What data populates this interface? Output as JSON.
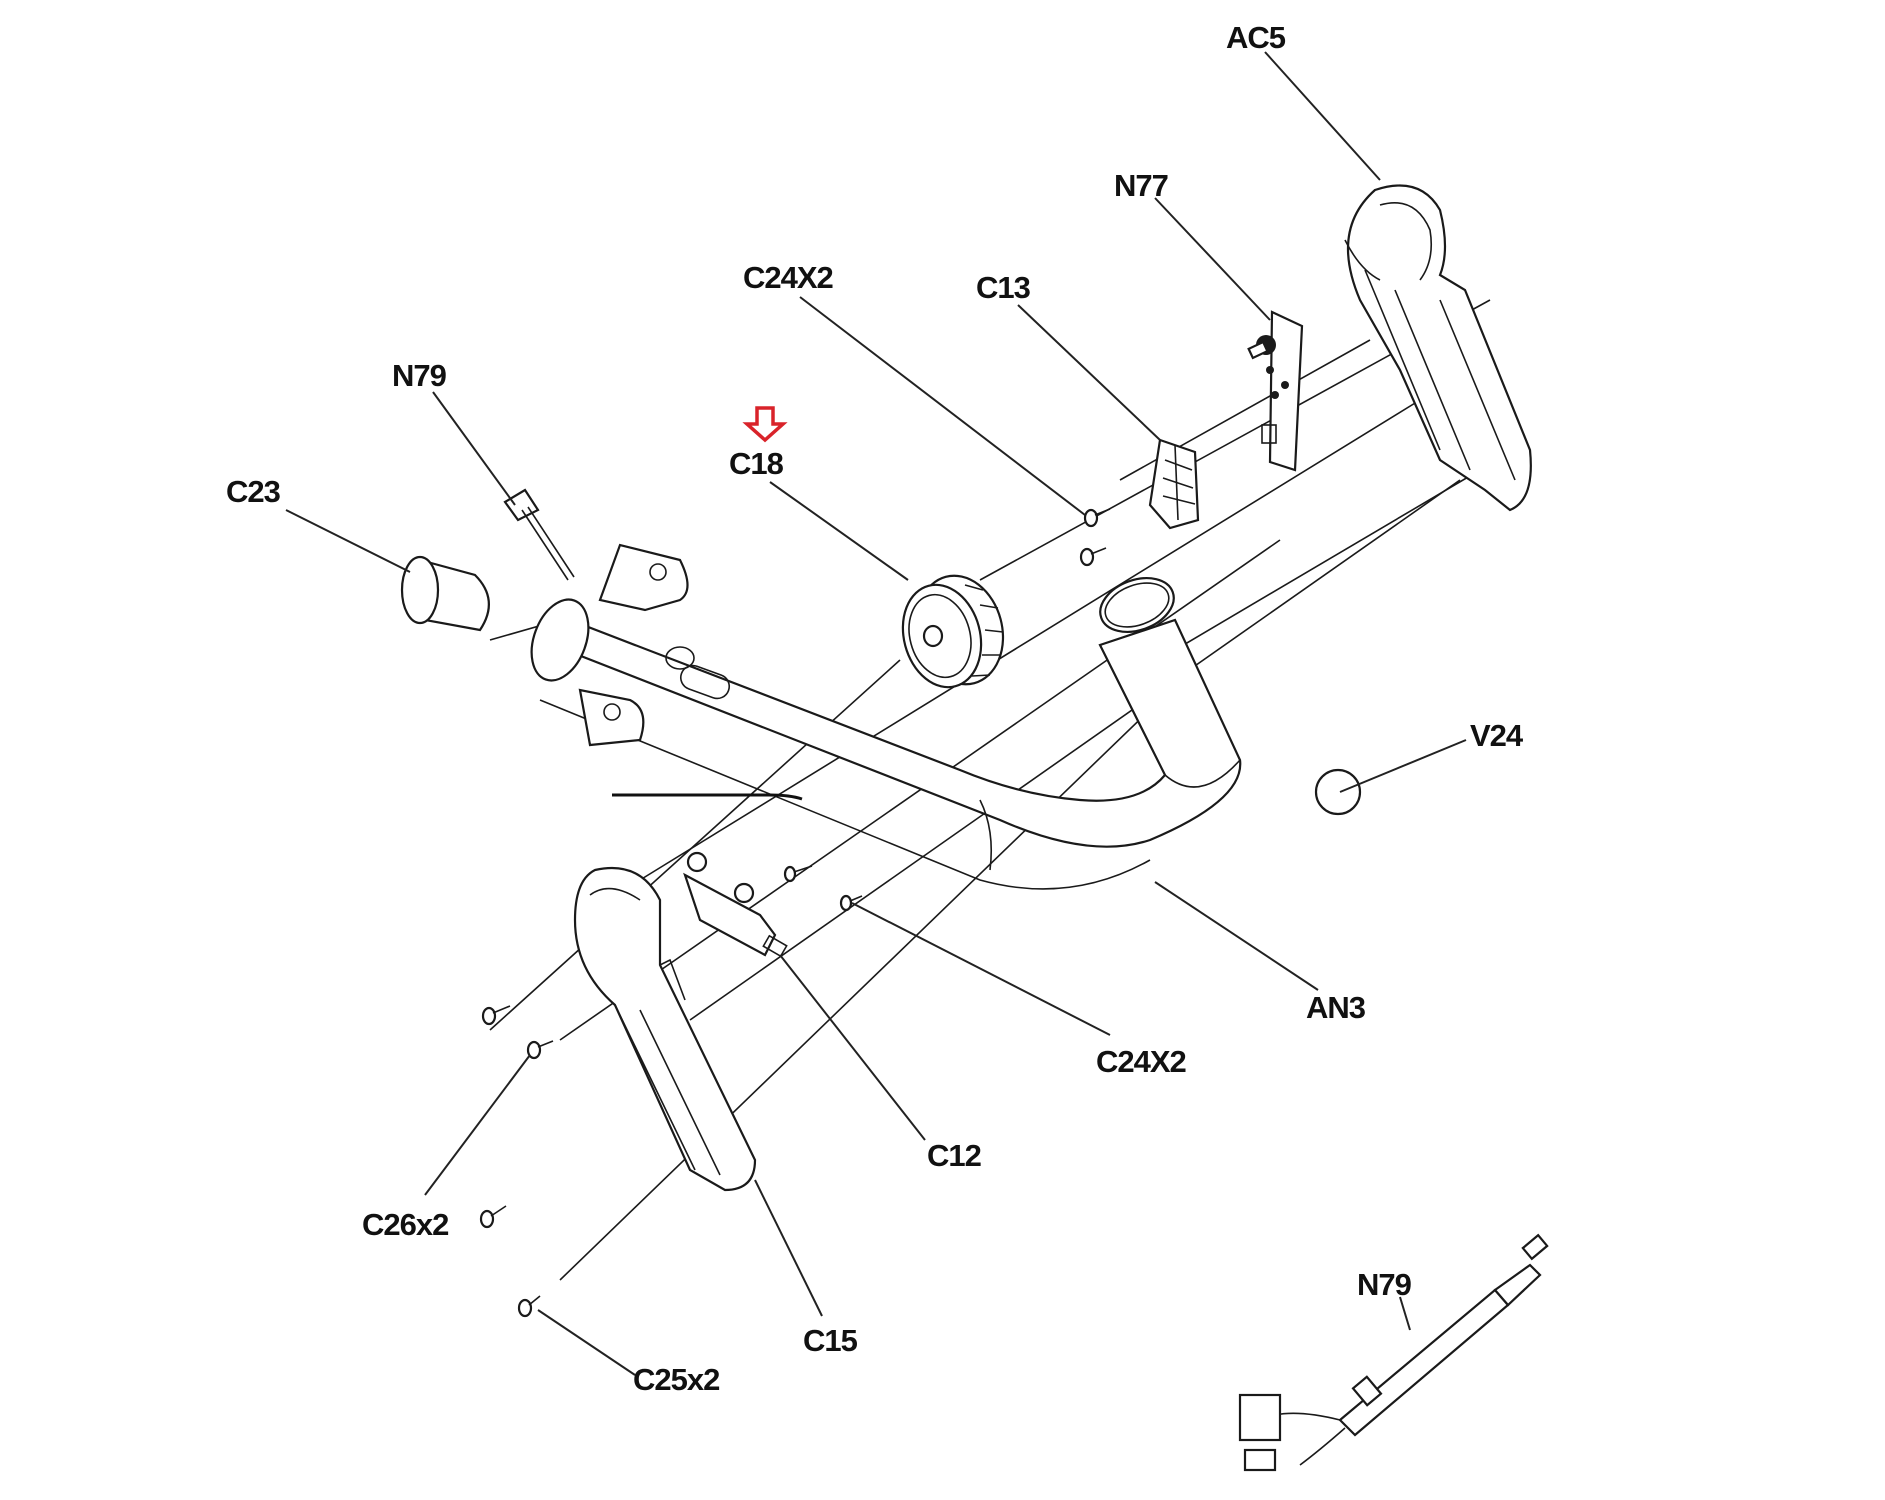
{
  "diagram": {
    "type": "exploded-parts-diagram",
    "highlight_color": "#d9232a",
    "highlighted_part": "C18",
    "labels": {
      "ac5": "AC5",
      "n77": "N77",
      "c24x2_top": "C24X2",
      "c13": "C13",
      "n79_top": "N79",
      "c18": "C18",
      "c23": "C23",
      "v24": "V24",
      "an3": "AN3",
      "c24x2_bottom": "C24X2",
      "c12": "C12",
      "c26x2": "C26x2",
      "c15": "C15",
      "c25x2": "C25x2",
      "n79_bottom": "N79"
    },
    "parts": [
      {
        "id": "AC5",
        "desc": "right handle grip cover"
      },
      {
        "id": "N77",
        "desc": "circuit board with knob"
      },
      {
        "id": "C24X2",
        "desc": "screw (x2)"
      },
      {
        "id": "C13",
        "desc": "bracket clip"
      },
      {
        "id": "N79",
        "desc": "wire harness"
      },
      {
        "id": "C18",
        "desc": "adjustment knob"
      },
      {
        "id": "C23",
        "desc": "end cap"
      },
      {
        "id": "V24",
        "desc": "round cap"
      },
      {
        "id": "AN3",
        "desc": "handlebar tube"
      },
      {
        "id": "C12",
        "desc": "sensor bracket"
      },
      {
        "id": "C26x2",
        "desc": "screw (x2)"
      },
      {
        "id": "C15",
        "desc": "left handle grip cover"
      },
      {
        "id": "C25x2",
        "desc": "screw (x2)"
      }
    ]
  }
}
